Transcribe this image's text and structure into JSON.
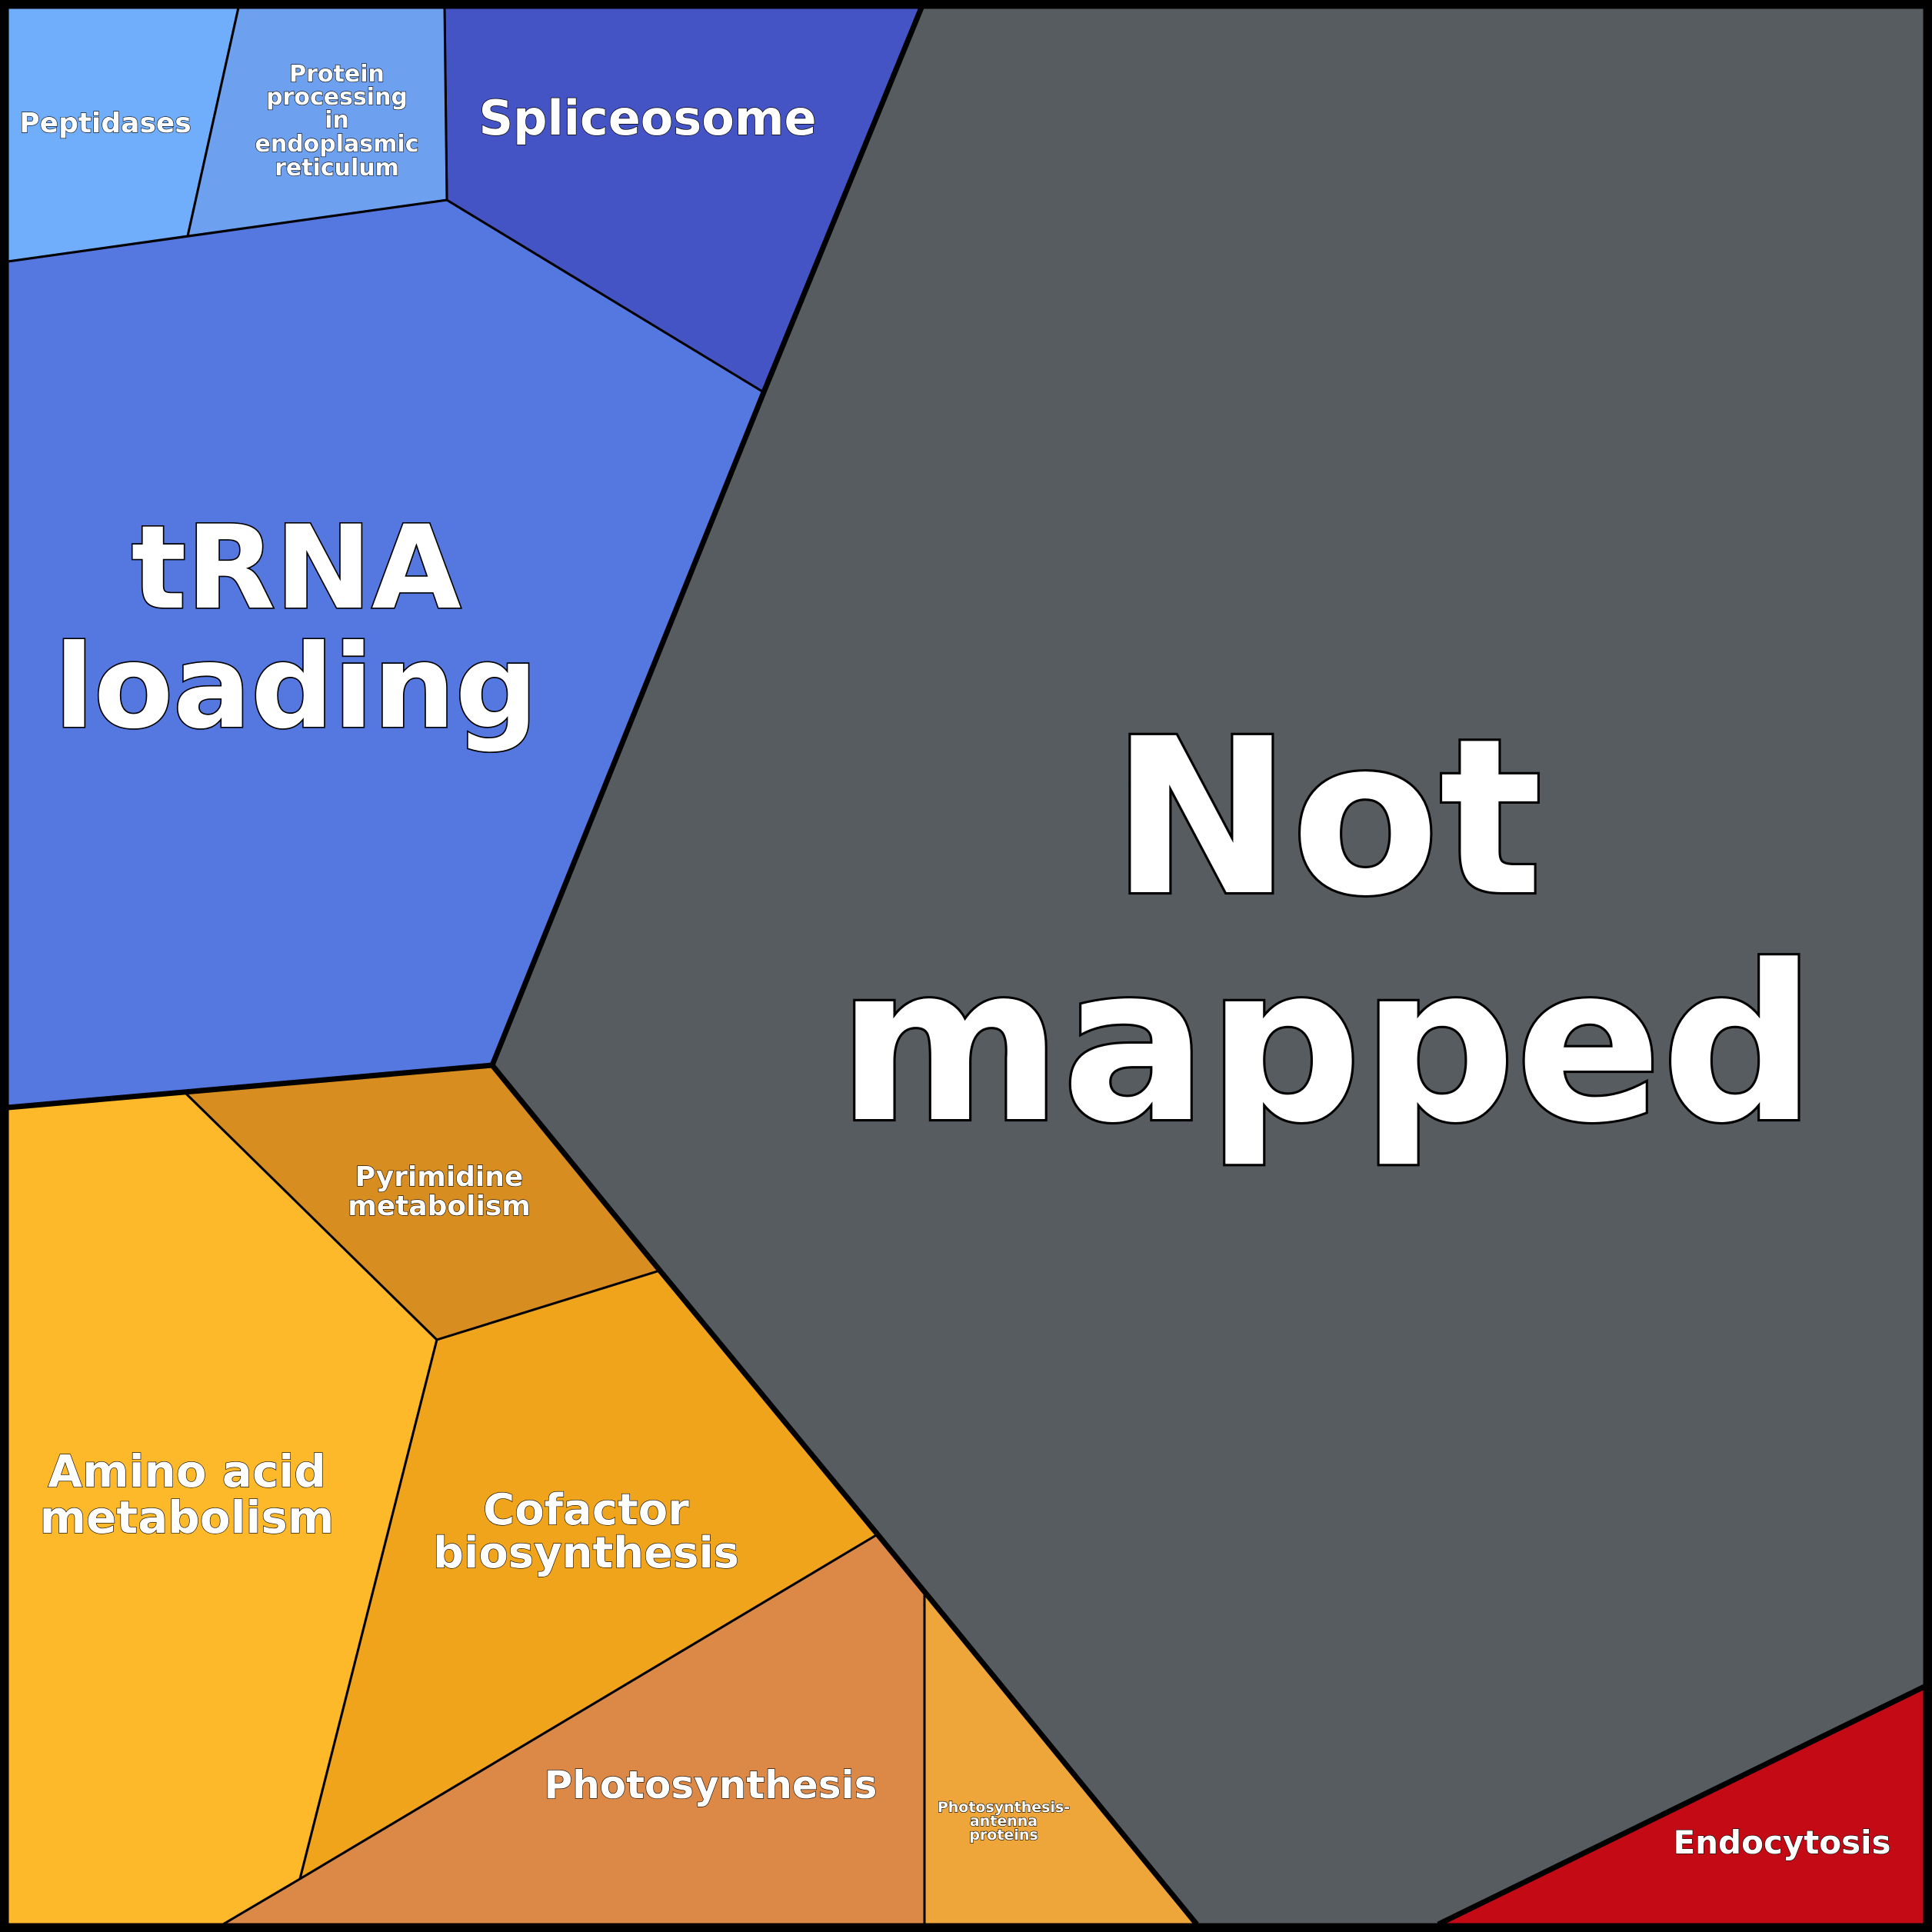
{
  "chart_data": {
    "type": "voronoi-treemap",
    "cells": [
      {
        "id": "not-mapped",
        "label": [
          "Not",
          "mapped"
        ],
        "color": "#575c61"
      },
      {
        "id": "trna-loading",
        "label": [
          "tRNA",
          "loading"
        ],
        "color": "#5478df"
      },
      {
        "id": "spliceosome",
        "label": [
          "Spliceosome"
        ],
        "color": "#4554c4"
      },
      {
        "id": "peptidases",
        "label": [
          "Peptidases"
        ],
        "color": "#70aefb"
      },
      {
        "id": "protein-processing-er",
        "label": [
          "Protein",
          "processing",
          "in",
          "endoplasmic",
          "reticulum"
        ],
        "color": "#6ea0f0"
      },
      {
        "id": "amino-acid-metabolism",
        "label": [
          "Amino acid",
          "metabolism"
        ],
        "color": "#fdb92a"
      },
      {
        "id": "pyrimidine-metabolism",
        "label": [
          "Pyrimidine",
          "metabolism"
        ],
        "color": "#d78d20"
      },
      {
        "id": "cofactor-biosynthesis",
        "label": [
          "Cofactor",
          "biosynthesis"
        ],
        "color": "#efa41b"
      },
      {
        "id": "photosynthesis",
        "label": [
          "Photosynthesis"
        ],
        "color": "#dc8847"
      },
      {
        "id": "photosynthesis-antenna-proteins",
        "label": [
          "Photosynthesis-",
          "antenna",
          "proteins"
        ],
        "color": "#eea63a"
      },
      {
        "id": "endocytosis",
        "label": [
          "Endocytosis"
        ],
        "color": "#c30a15"
      }
    ]
  }
}
